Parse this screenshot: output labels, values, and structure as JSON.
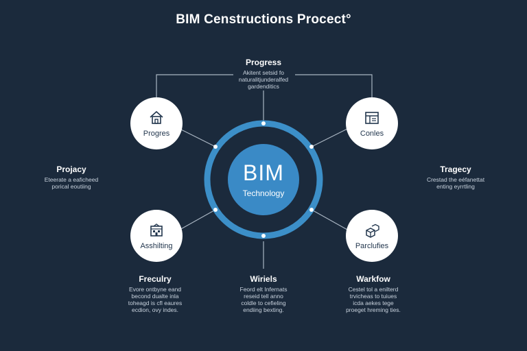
{
  "title": "BIM Censtructions Procect°",
  "hub": {
    "label": "BIM",
    "sublabel": "Technology"
  },
  "nodes": {
    "top_left": {
      "label": "Progres",
      "icon": "house-icon"
    },
    "top_right": {
      "label": "Conles",
      "icon": "document-panel-icon"
    },
    "bottom_left": {
      "label": "Asshilting",
      "icon": "building-icon"
    },
    "bottom_right": {
      "label": "Parclufies",
      "icon": "cubes-icon"
    }
  },
  "blocks": {
    "top": {
      "heading": "Progress",
      "lines": [
        "Akitent setsid fo",
        "naturalitjunderalfed",
        "gardenditics"
      ]
    },
    "left": {
      "heading": "Projacy",
      "lines": [
        "Eteerate a eaficheed",
        "porical eoutiing"
      ]
    },
    "right": {
      "heading": "Tragecy",
      "lines": [
        "Crestad the eéfanettat",
        "enting eyrrtling"
      ]
    },
    "bottom_left": {
      "heading": "Freculry",
      "lines": [
        "Evore ontbyne eand",
        "becond dualte inla",
        "toheagd is cfl eaures",
        "ecdion, ovy indes."
      ]
    },
    "bottom_center": {
      "heading": "Wiriels",
      "lines": [
        "Feord elt Infernats",
        "reseid tell anno",
        "coldle to cefieling",
        "endiing bexting."
      ]
    },
    "bottom_right": {
      "heading": "Warkfow",
      "lines": [
        "Cestel tol a enilterd",
        "trvicheas to tuiues",
        "icda aekes tege",
        "proeget hreming ties."
      ]
    }
  },
  "colors": {
    "background": "#1b2a3c",
    "hub_ring": "#3c8fc8",
    "hub_fill": "#3a8ac6",
    "node_fill": "#ffffff",
    "connector": "#aab6c3"
  }
}
